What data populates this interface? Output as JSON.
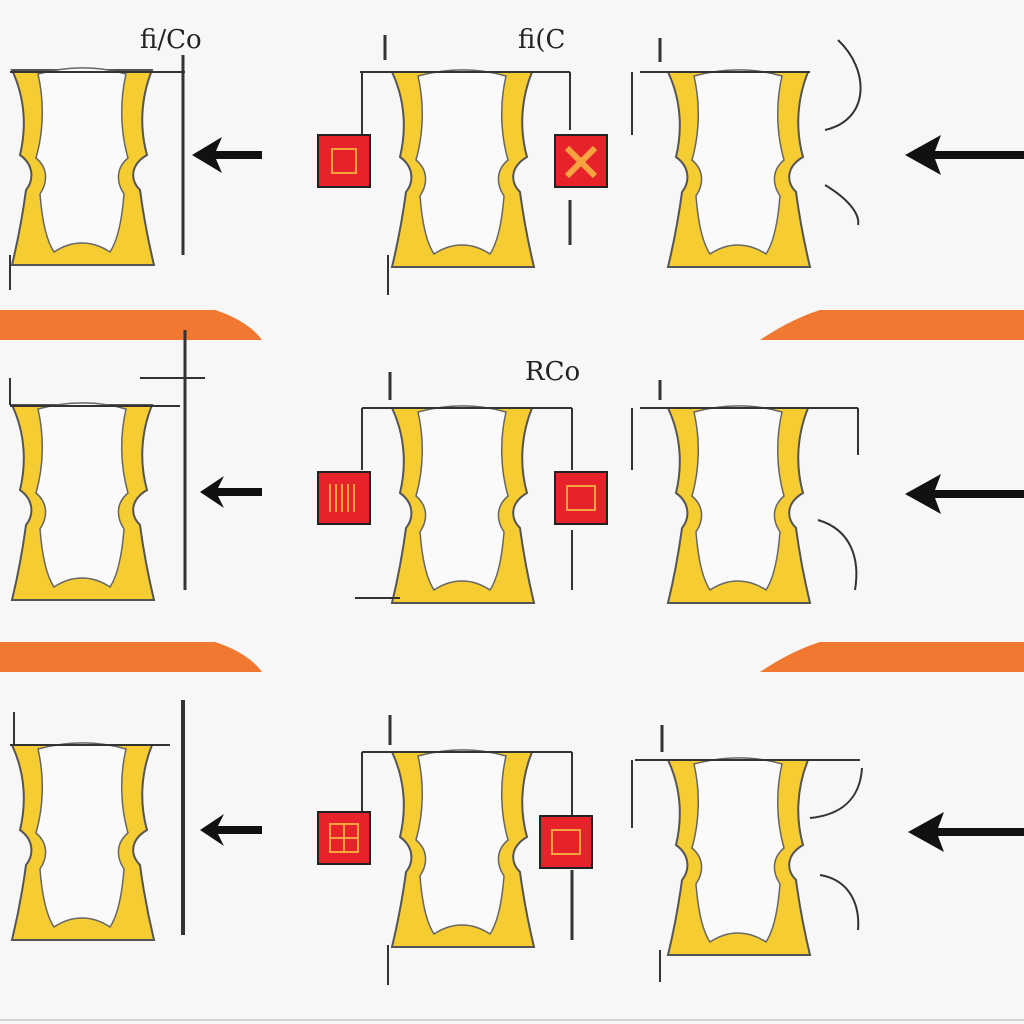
{
  "labels": {
    "row1_left": "ﬁ/Co",
    "row1_mid": "ﬁ(C",
    "row2_mid": "RCo"
  },
  "colors": {
    "background": "#f7f7f7",
    "panel_fill": "#f6cc33",
    "panel_stroke": "#444444",
    "band": "#f07830",
    "component": "#e8222a",
    "ink": "#111111"
  },
  "icons": [
    "hourglass-frame-icon",
    "component-box-icon",
    "left-arrow-icon",
    "curved-arrow-icon"
  ]
}
